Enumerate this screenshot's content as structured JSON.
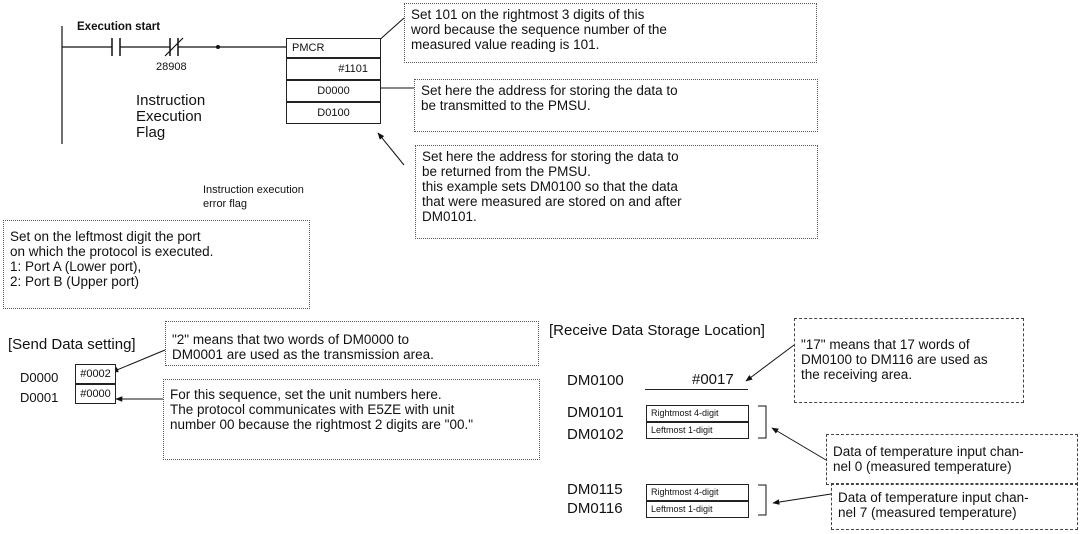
{
  "ladder": {
    "execution_start": "Execution start",
    "flag_address": "28908",
    "flag_label": "Instruction\nExecution\nFlag",
    "error_flag_label": "Instruction execution\nerror flag",
    "instruction": "PMCR",
    "operand_1": "#1101",
    "operand_2": "D0000",
    "operand_3": "D0100"
  },
  "notes": {
    "seq_number": "Set 101 on the rightmost 3 digits of this\nword because the sequence number of the\nmeasured value reading is 101.",
    "send_address": "Set here the address for storing the data to\nbe transmitted to the PMSU.",
    "receive_address": "Set here the address for storing the data to\nbe returned from the PMSU.\nthis example sets DM0100 so that the data\nthat were measured are stored on and after\nDM0101.",
    "port": "Set on the leftmost digit the port\non which the protocol is executed.\n1: Port A (Lower port),\n2: Port B (Upper port)"
  },
  "send": {
    "title": "[Send Data setting]",
    "rows": [
      {
        "address": "D0000",
        "value": "#0002"
      },
      {
        "address": "D0001",
        "value": "#0000"
      }
    ],
    "note_words": "\"2\" means that two words of DM0000 to\nDM0001 are used as the transmission area.",
    "note_unit": "For this sequence, set the unit numbers here.\nThe protocol communicates with E5ZE with unit\nnumber 00 because the rightmost 2 digits are \"00.\""
  },
  "receive": {
    "title": "[Receive Data Storage Location]",
    "first": {
      "address": "DM0100",
      "value": "#0017"
    },
    "group_a": [
      {
        "address": "DM0101",
        "cell": "Rightmost 4-digit"
      },
      {
        "address": "DM0102",
        "cell": "Leftmost 1-digit"
      }
    ],
    "group_b": [
      {
        "address": "DM0115",
        "cell": "Rightmost 4-digit"
      },
      {
        "address": "DM0116",
        "cell": "Leftmost 1-digit"
      }
    ],
    "note_words": "\"17\" means that 17 words of\nDM0100 to DM116 are used as\nthe receiving area.",
    "note_ch0": "Data of temperature input chan-\nnel 0 (measured temperature)",
    "note_ch7": "Data of temperature input chan-\nnel 7 (measured temperature)"
  }
}
